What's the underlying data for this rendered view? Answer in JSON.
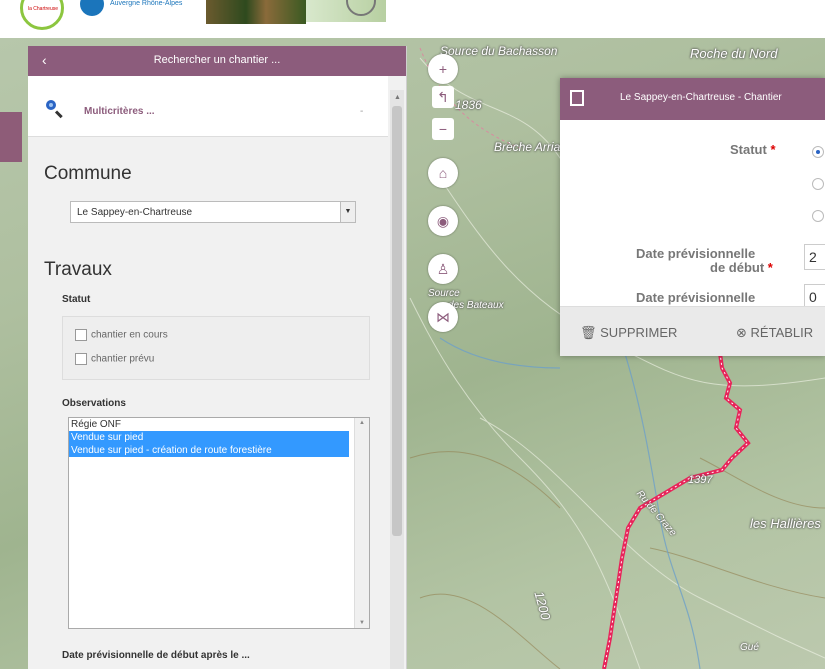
{
  "header": {
    "logo_left_text": "la Chartreuse",
    "logo_region_text": "Auvergne Rhône-Alpes"
  },
  "map_labels": [
    "Source du Bachasson",
    "Roche du Nord",
    "1836",
    "Brèche Arrias",
    "Source",
    "des Bateaux",
    "1397",
    "les Hallières",
    "Ru de Craze",
    "1200",
    "Gué"
  ],
  "panel": {
    "back_icon": "chevron-left-icon",
    "title": "Rechercher un chantier ...",
    "multicriteria_label": "Multicritères ...",
    "multicriteria_toggle": "-",
    "commune_title": "Commune",
    "commune_value": "Le Sappey-en-Chartreuse",
    "travaux_title": "Travaux",
    "statut_label": "Statut",
    "statut_options": [
      "chantier en cours",
      "chantier prévu"
    ],
    "observations_label": "Observations",
    "observations_options": [
      {
        "label": "Régie ONF",
        "selected": false
      },
      {
        "label": "Vendue sur pied",
        "selected": true
      },
      {
        "label": "Vendue sur pied - création de route forestière",
        "selected": true
      }
    ],
    "date_label": "Date prévisionnelle de début après le ..."
  },
  "map_controls": [
    "zoom-in",
    "zoom-back",
    "zoom-out",
    "home",
    "location",
    "person",
    "share"
  ],
  "popup": {
    "title": "Le Sappey-en-Chartreuse - Chantier",
    "statut_label": "Statut",
    "required_mark": "*",
    "date_debut_label_1": "Date prévisionnelle",
    "date_debut_label_2": "de début",
    "date_debut_value": "2",
    "date_fin_label": "Date prévisionnelle",
    "date_fin_value": "0",
    "delete_label": "SUPPRIMER",
    "restore_label": "RÉTABLIR"
  },
  "colors": {
    "accent": "#8c5c7c",
    "selection": "#3399ff",
    "trail": "#e8245a"
  }
}
